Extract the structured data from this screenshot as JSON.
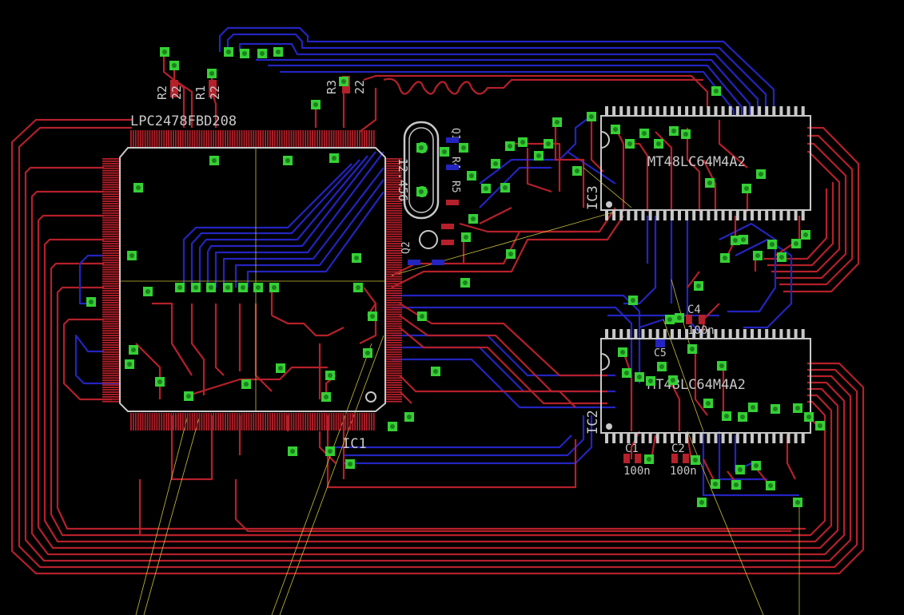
{
  "editor": {
    "type": "PCB layout view",
    "colors": {
      "background": "#000000",
      "top_layer": "#b5202a",
      "bottom_layer": "#2424c0",
      "silkscreen": "#c8c8c8",
      "via": "#35d035",
      "airwire": "#c9c13a"
    }
  },
  "components": {
    "ic1": {
      "part": "LPC2478FBD208",
      "ref": "IC1"
    },
    "ic2": {
      "part": "MT48LC64M4A2",
      "ref": "IC2"
    },
    "ic3": {
      "part": "MT48LC64M4A2",
      "ref": "IC3"
    },
    "crystal": {
      "value": "12.456"
    },
    "r2": {
      "ref": "R2",
      "value": "22"
    },
    "r1": {
      "ref": "R1",
      "value": "22"
    },
    "r3": {
      "ref": "R3",
      "value": "22"
    },
    "q1": {
      "ref": "Q1"
    },
    "q2": {
      "ref": "Q2"
    },
    "r4": {
      "ref": "R4"
    },
    "r5": {
      "ref": "R5"
    },
    "c1": {
      "ref": "C1",
      "value": "100n"
    },
    "c2": {
      "ref": "C2",
      "value": "100n"
    },
    "c4": {
      "ref": "C4",
      "value": "100n"
    },
    "c5": {
      "ref": "C5"
    }
  }
}
